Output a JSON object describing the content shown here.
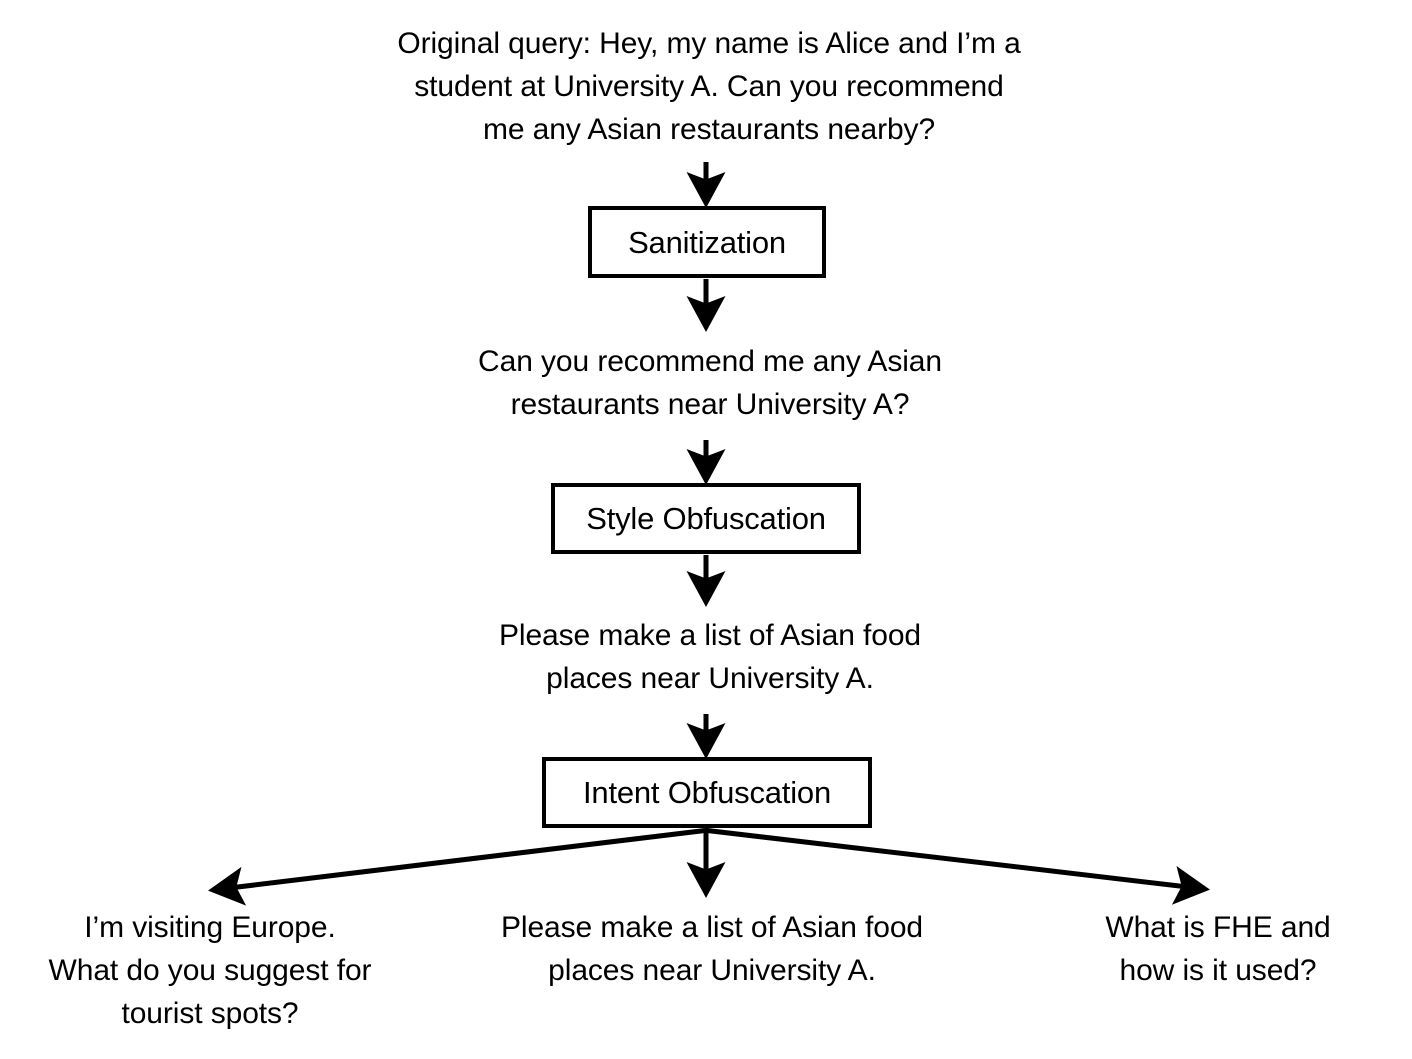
{
  "diagram": {
    "title_text": "Original query: Hey, my name is Alice and I’m a\nstudent at University A. Can you recommend\nme any Asian restaurants nearby?",
    "background_color": "#ffffff",
    "stroke_color": "#000000",
    "nodes": {
      "query_original": "Original query: Hey, my name is Alice and I’m a\nstudent at University A. Can you recommend\nme any Asian restaurants nearby?",
      "stage_sanitization": "Sanitization",
      "query_sanitized": "Can you recommend me any Asian\nrestaurants near University A?",
      "stage_style_obfuscation": "Style Obfuscation",
      "query_styled": "Please make a list of Asian food\nplaces near University A.",
      "stage_intent_obfuscation": "Intent Obfuscation",
      "leaf_left": "I’m visiting Europe.\nWhat do you suggest for\ntourist spots?",
      "leaf_center": "Please make a list of Asian food\nplaces near University A.",
      "leaf_right": "What is FHE and\nhow is it used?"
    },
    "edges": [
      {
        "from": "query_original",
        "to": "stage_sanitization",
        "kind": "arrow-down"
      },
      {
        "from": "stage_sanitization",
        "to": "query_sanitized",
        "kind": "arrow-down"
      },
      {
        "from": "query_sanitized",
        "to": "stage_style_obfuscation",
        "kind": "arrow-down"
      },
      {
        "from": "stage_style_obfuscation",
        "to": "query_styled",
        "kind": "arrow-down"
      },
      {
        "from": "query_styled",
        "to": "stage_intent_obfuscation",
        "kind": "arrow-down"
      },
      {
        "from": "stage_intent_obfuscation",
        "to": "leaf_left",
        "kind": "arrow-diagonal-left"
      },
      {
        "from": "stage_intent_obfuscation",
        "to": "leaf_center",
        "kind": "arrow-down"
      },
      {
        "from": "stage_intent_obfuscation",
        "to": "leaf_right",
        "kind": "arrow-diagonal-right"
      }
    ]
  }
}
